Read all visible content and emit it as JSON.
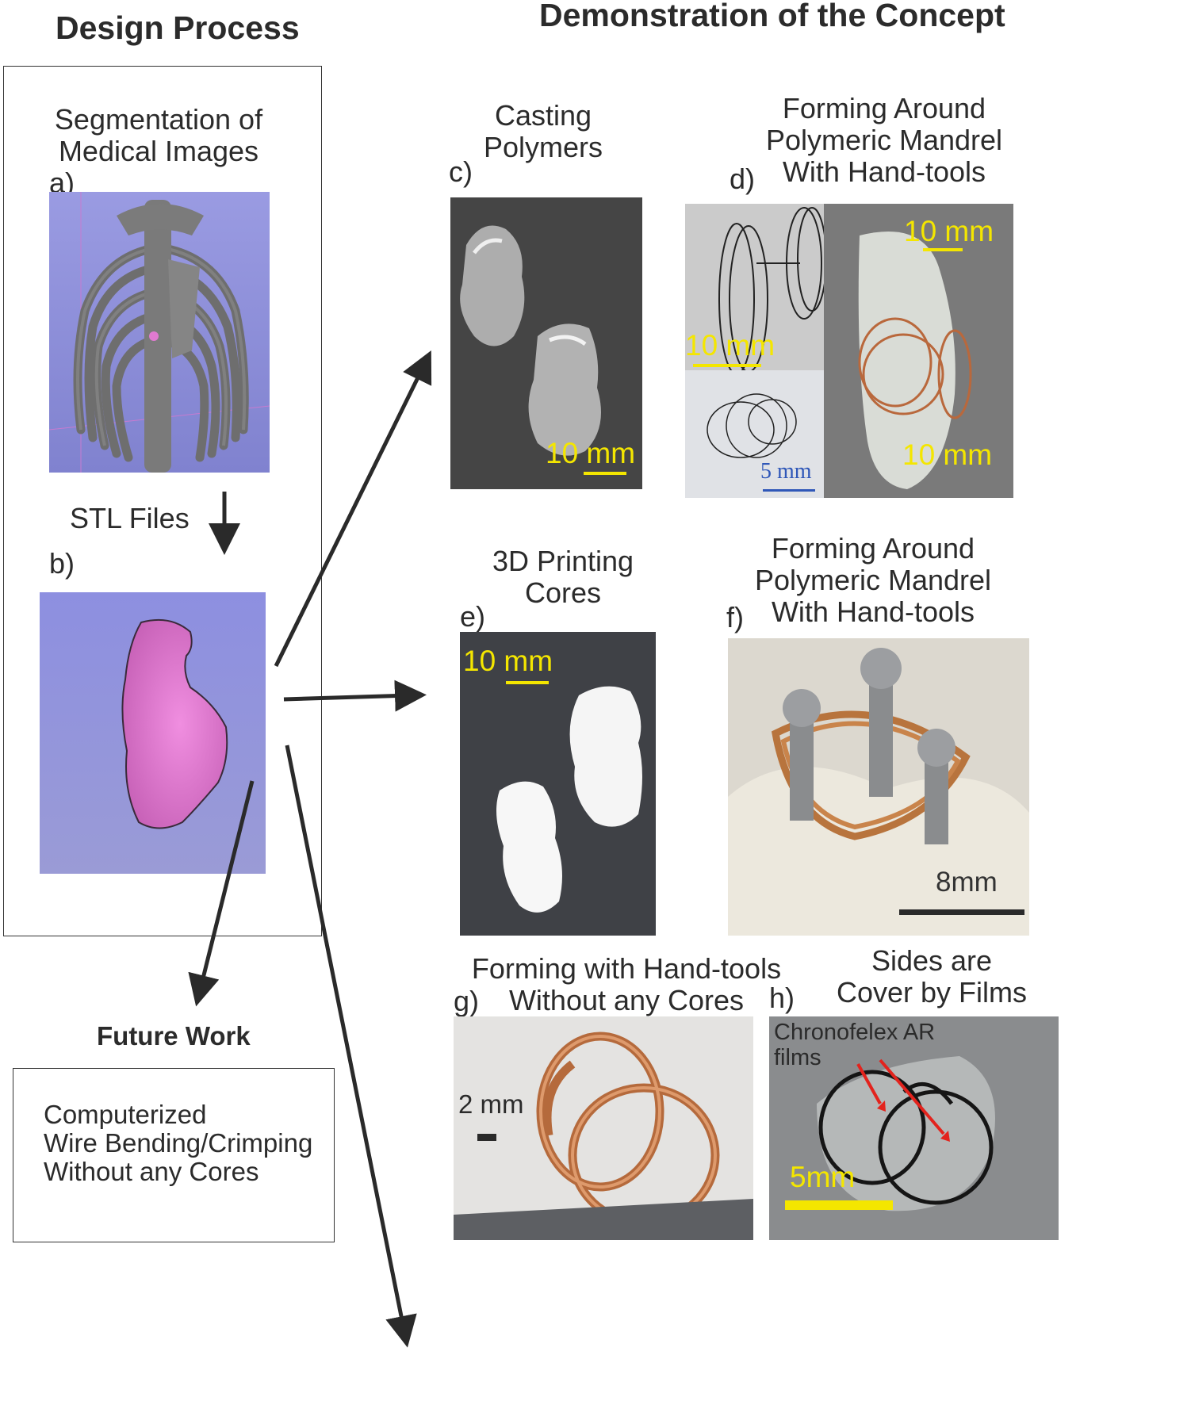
{
  "headers": {
    "left": "Design Process",
    "right": "Demonstration of the Concept"
  },
  "design": {
    "seg_line1": "Segmentation of",
    "seg_line2": "Medical Images",
    "label_a": "a)",
    "stl": "STL Files",
    "label_b": "b)"
  },
  "future": {
    "title": "Future Work",
    "line1": "Computerized",
    "line2": "Wire Bending/Crimping",
    "line3": "Without any Cores"
  },
  "panels": {
    "c": {
      "label": "c)",
      "line1": "Casting",
      "line2": "Polymers",
      "scale": "10 mm"
    },
    "d": {
      "label": "d)",
      "line1": "Forming Around",
      "line2": "Polymeric Mandrel",
      "line3": "With Hand-tools",
      "scale1": "10 mm",
      "scale2": "10 mm",
      "scale3": "10 mm",
      "scale4": "5 mm"
    },
    "e": {
      "label": "e)",
      "line1": "3D Printing",
      "line2": "Cores",
      "scale": "10 mm"
    },
    "f": {
      "label": "f)",
      "line1": "Forming Around",
      "line2": "Polymeric Mandrel",
      "line3": "With Hand-tools",
      "scale": "8mm"
    },
    "g": {
      "label": "g)",
      "line1": "Forming with Hand-tools",
      "line2": "Without any Cores",
      "scale": "2 mm"
    },
    "h": {
      "label": "h)",
      "line1": "Sides are",
      "line2": "Cover by Films",
      "annot1": "Chronofelex AR",
      "annot2": "films",
      "scale": "5mm"
    }
  },
  "colors": {
    "scale_yellow": "#f4e600",
    "viewer_purple": "#8f90d8",
    "model_pink": "#e07ad0",
    "copper": "#c77b4c"
  }
}
